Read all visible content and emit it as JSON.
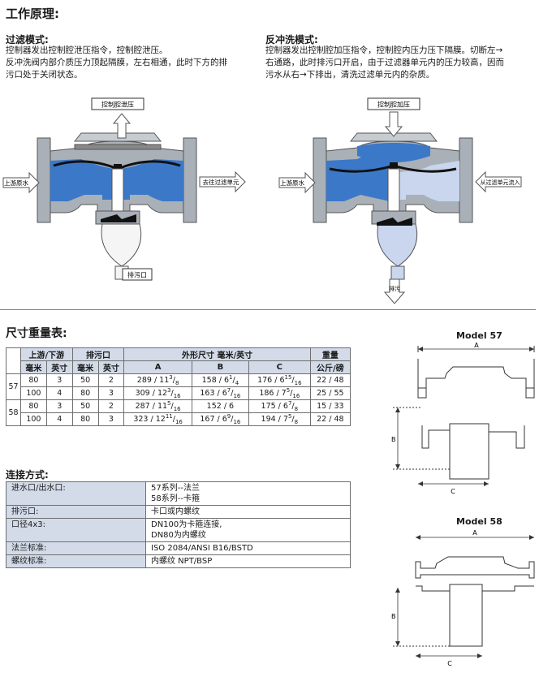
{
  "section_principle": {
    "title": "工作原理:"
  },
  "filter_mode": {
    "title": "过滤模式:",
    "lines": [
      "控制器发出控制腔泄压指令，控制腔泄压。",
      "反冲洗阀内部介质压力顶起隔膜，左右相通，此时下方的排",
      "污口处于关闭状态。"
    ]
  },
  "backwash_mode": {
    "title": "反冲洗模式:",
    "lines": [
      "控制器发出控制腔加压指令，控制腔内压力压下隔膜。切断左→",
      "右通路，此时排污口开启，由于过滤器单元内的压力较高，因而",
      "污水从右→下排出，清洗过滤单元内的杂质。"
    ]
  },
  "diagram_left": {
    "top_label": "控制腔泄压",
    "inlet_label": "上游原水",
    "outlet_label": "去往过滤单元",
    "drain_label": "排污口"
  },
  "diagram_right": {
    "top_label": "控制腔加压",
    "inlet_label": "上游原水",
    "from_filter_label": "从过滤单元流入",
    "drain_label": "排污"
  },
  "dims_table": {
    "title": "尺寸重量表:",
    "headers": {
      "updown": "上游/下游",
      "drain": "排污口",
      "outer": "外形尺寸 毫米/英寸",
      "weight": "重量",
      "mm": "毫米",
      "inch": "英寸",
      "mm2": "毫米",
      "inch2": "英寸",
      "a": "A",
      "b": "B",
      "c": "C",
      "weight_unit": "公斤/磅"
    },
    "rows": [
      {
        "model": "57",
        "updown_mm": "80",
        "updown_in": "3",
        "drain_mm": "50",
        "drain_in": "2",
        "a": "289 / 11",
        "a_frac": "3/8",
        "b": "158 / 6",
        "b_frac": "1/4",
        "c": "176 / 6",
        "c_frac": "15/16",
        "weight": "22 / 48"
      },
      {
        "model": "",
        "updown_mm": "100",
        "updown_in": "4",
        "drain_mm": "80",
        "drain_in": "3",
        "a": "309 / 12",
        "a_frac": "3/16",
        "b": "163 / 6",
        "b_frac": "7/16",
        "c": "186 / 7",
        "c_frac": "5/16",
        "weight": "25 / 55"
      },
      {
        "model": "58",
        "updown_mm": "80",
        "updown_in": "3",
        "drain_mm": "50",
        "drain_in": "2",
        "a": "287 / 11",
        "a_frac": "5/16",
        "b": "152 / 6",
        "b_frac": "",
        "c": "175 / 6",
        "c_frac": "7/8",
        "weight": "15 / 33"
      },
      {
        "model": "",
        "updown_mm": "100",
        "updown_in": "4",
        "drain_mm": "80",
        "drain_in": "3",
        "a": "323 / 12",
        "a_frac": "11/16",
        "b": "167 / 6",
        "b_frac": "9/16",
        "c": "194 / 7",
        "c_frac": "5/8",
        "weight": "22 / 48"
      }
    ]
  },
  "conn_table": {
    "title": "连接方式:",
    "rows": [
      {
        "k": "进水口/出水口:",
        "v": [
          "57系列--法兰",
          "58系列--卡箍"
        ]
      },
      {
        "k": "排污口:",
        "v": [
          "卡口或内螺纹"
        ]
      },
      {
        "k": "口径4x3:",
        "v": [
          "DN100为卡箍连接,",
          "DN80为内螺纹"
        ]
      },
      {
        "k": "法兰标准:",
        "v": [
          "ISO 2084/ANSI B16/BSTD"
        ]
      },
      {
        "k": "螺纹标准:",
        "v": [
          "内螺纹 NPT/BSP"
        ]
      }
    ]
  },
  "model57": {
    "title": "Model 57",
    "a": "A",
    "b": "B",
    "c": "C"
  },
  "model58": {
    "title": "Model 58",
    "a": "A",
    "b": "B",
    "c": "C"
  },
  "colors": {
    "water": "#3c78c8",
    "water_light": "#c9d6ee",
    "metal": "#a9b0b8",
    "header_bg": "#d3dbe9",
    "divider": "#4a90c8"
  }
}
